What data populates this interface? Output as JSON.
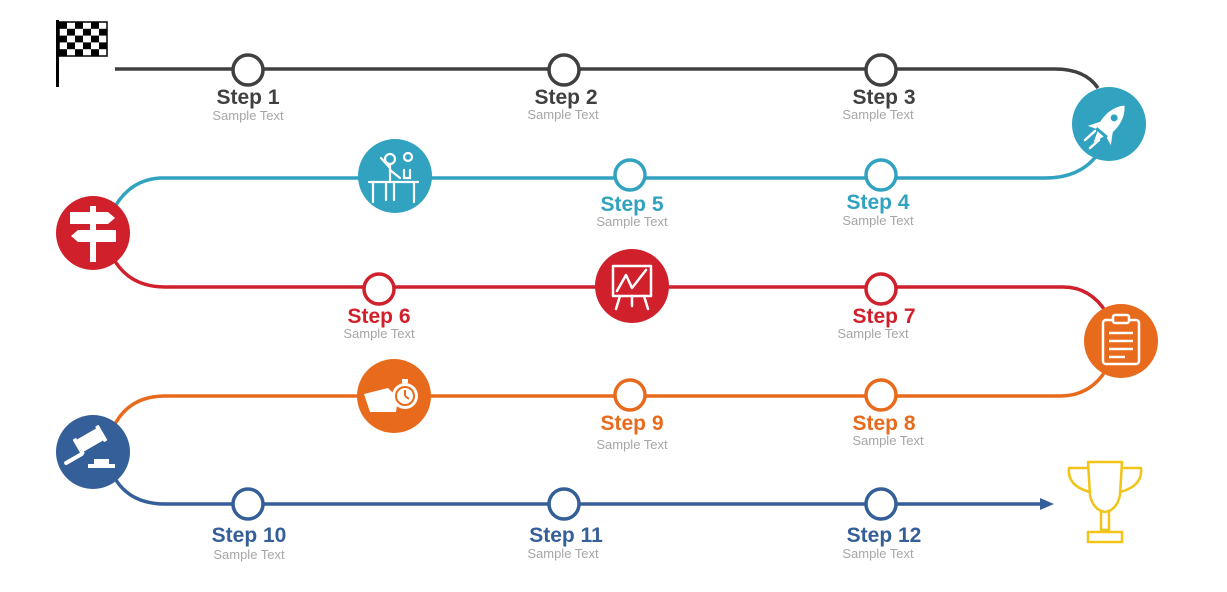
{
  "colors": {
    "row1": "#404040",
    "row2": "#31a2bf",
    "row3": "#d0202b",
    "row4": "#e86a1c",
    "row5": "#355f98",
    "trophy": "#f2c318",
    "subtext": "#a6a6a6"
  },
  "steps": [
    {
      "id": 1,
      "title": "Step 1",
      "subtitle": "Sample Text"
    },
    {
      "id": 2,
      "title": "Step 2",
      "subtitle": "Sample Text"
    },
    {
      "id": 3,
      "title": "Step 3",
      "subtitle": "Sample Text"
    },
    {
      "id": 4,
      "title": "Step 4",
      "subtitle": "Sample Text"
    },
    {
      "id": 5,
      "title": "Step 5",
      "subtitle": "Sample Text"
    },
    {
      "id": 6,
      "title": "Step 6",
      "subtitle": "Sample Text"
    },
    {
      "id": 7,
      "title": "Step 7",
      "subtitle": "Sample Text"
    },
    {
      "id": 8,
      "title": "Step 8",
      "subtitle": "Sample Text"
    },
    {
      "id": 9,
      "title": "Step 9",
      "subtitle": "Sample Text"
    },
    {
      "id": 10,
      "title": "Step 10",
      "subtitle": "Sample Text"
    },
    {
      "id": 11,
      "title": "Step 11",
      "subtitle": "Sample Text"
    },
    {
      "id": 12,
      "title": "Step 12",
      "subtitle": "Sample Text"
    }
  ],
  "icons": [
    "checkered-flag-icon",
    "rocket-icon",
    "scientist-desk-icon",
    "signpost-icon",
    "presentation-board-icon",
    "clipboard-icon",
    "stopwatch-hand-icon",
    "gavel-icon",
    "trophy-icon"
  ]
}
